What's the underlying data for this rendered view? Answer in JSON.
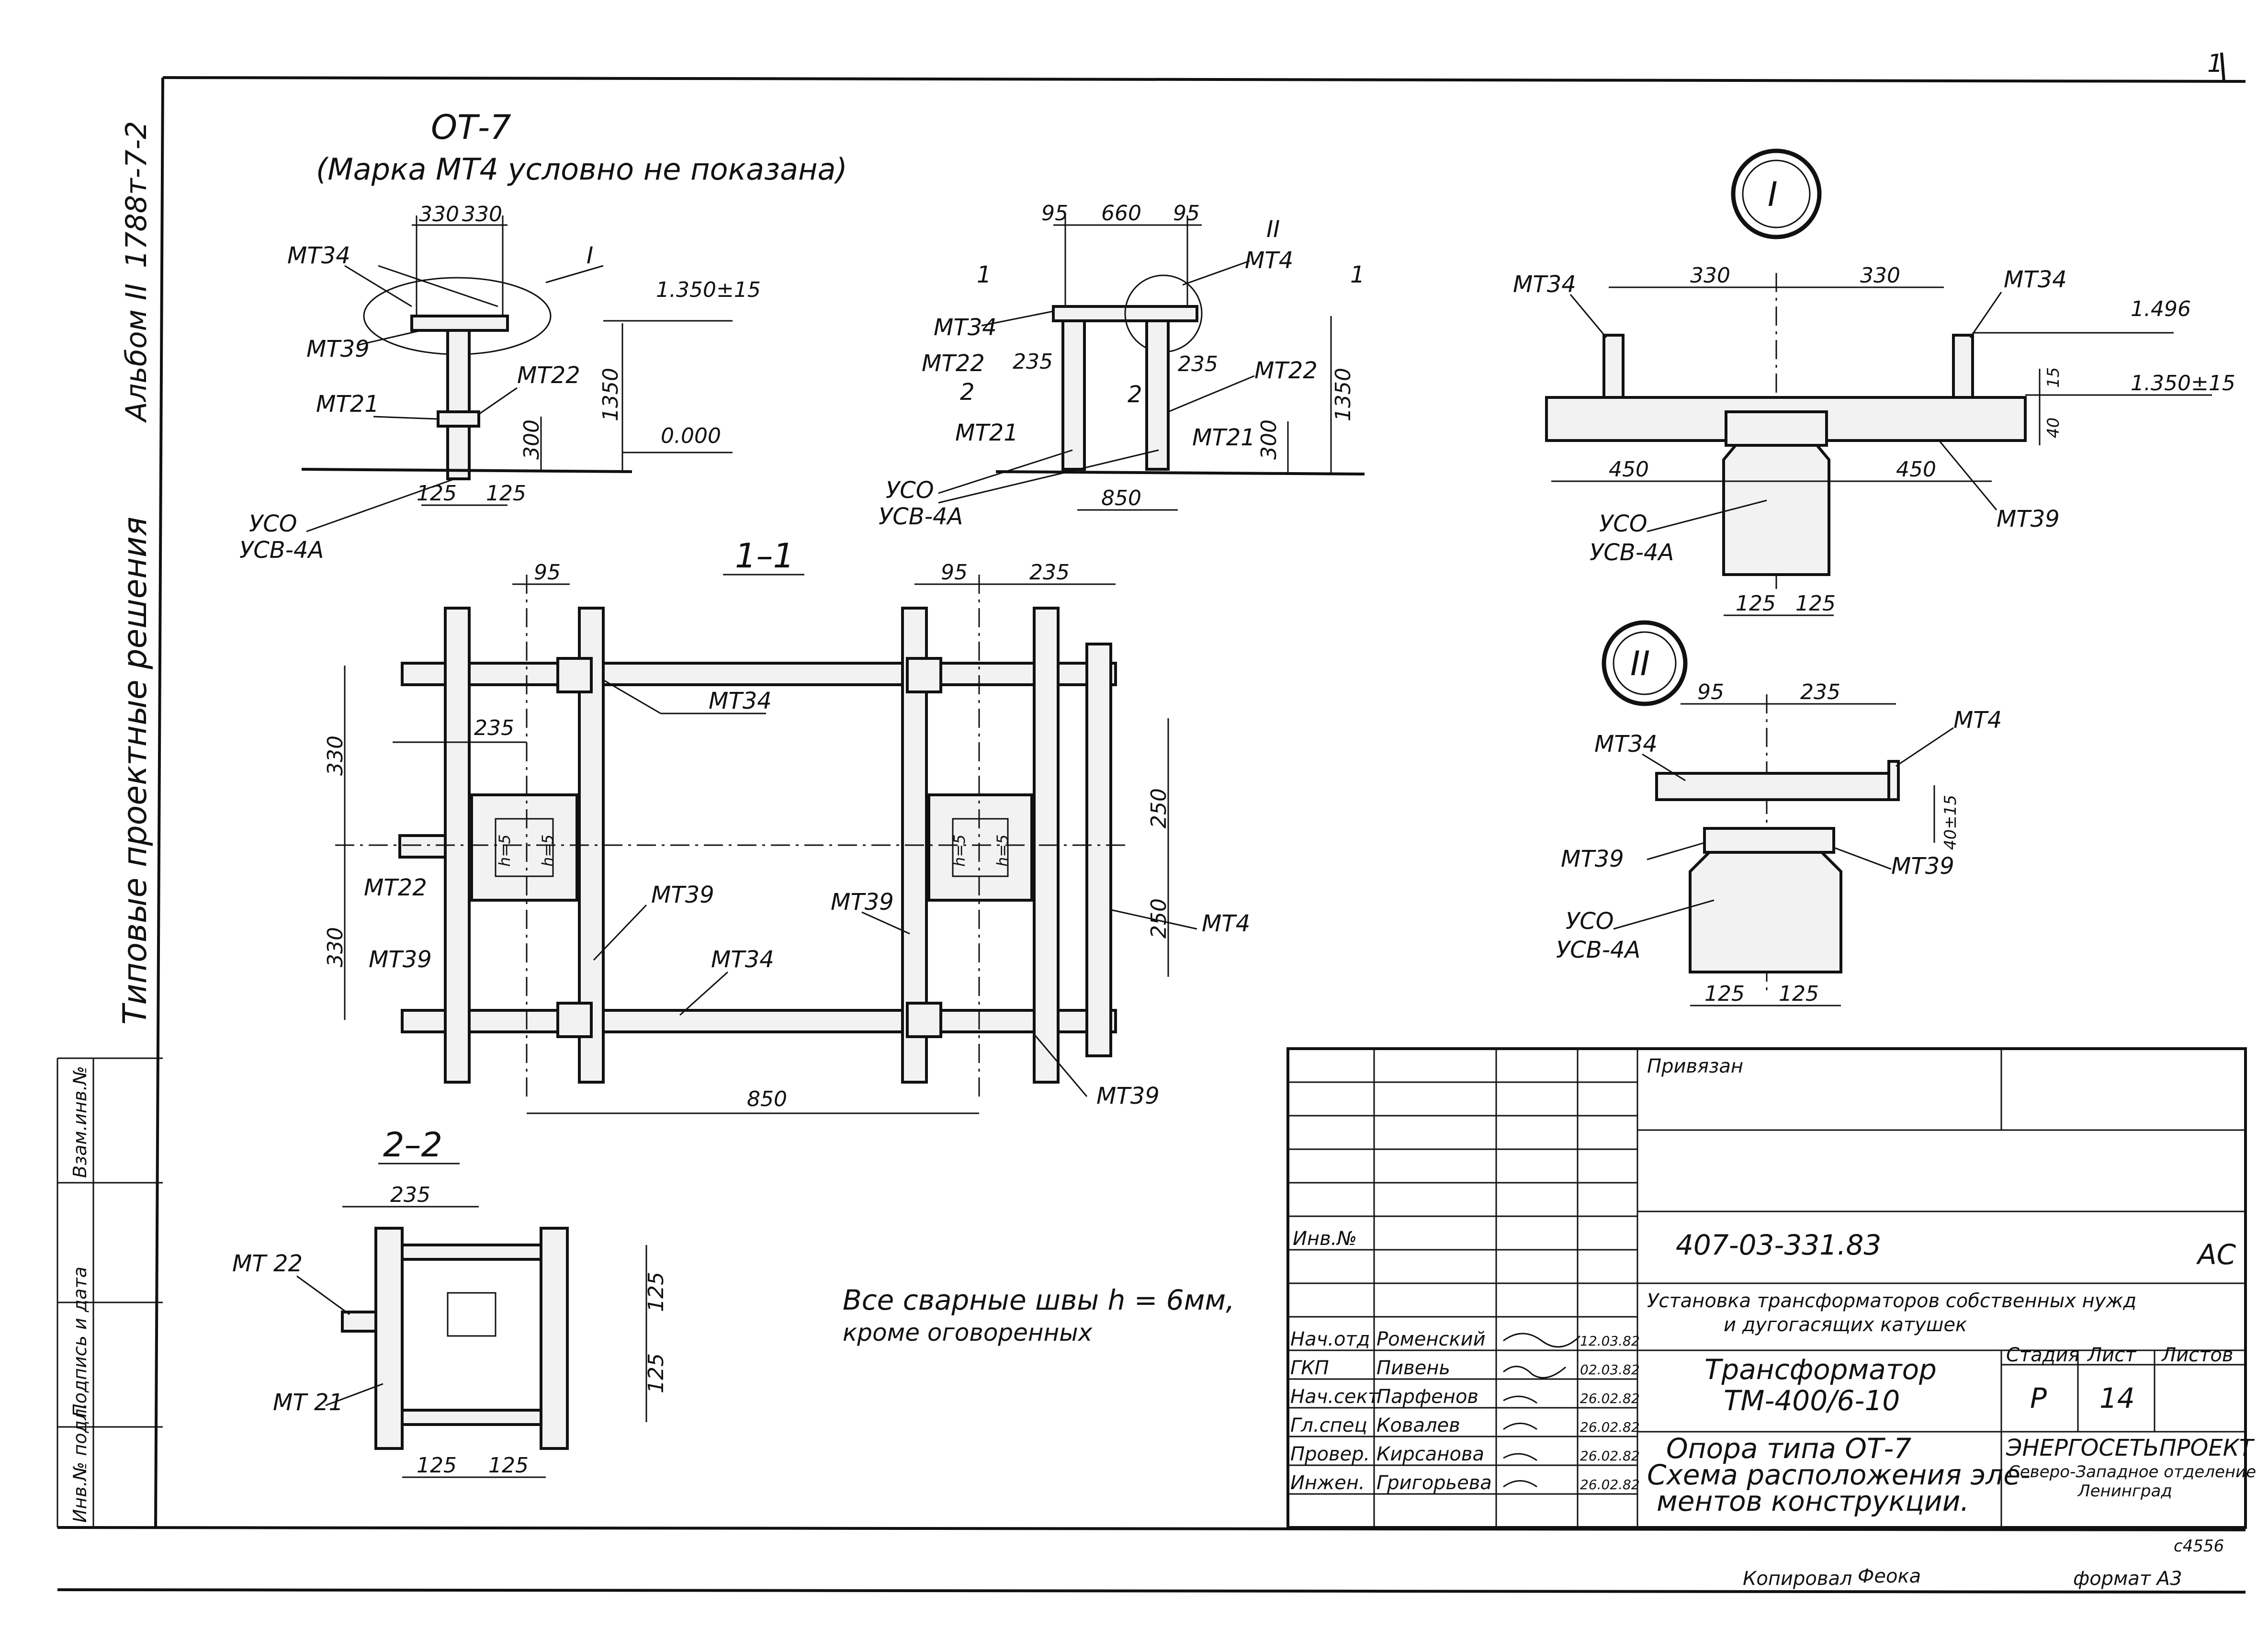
{
  "side_stamp": {
    "album_code": "1788т-7-2",
    "album": "Альбом II",
    "series": "Типовые проектные решения",
    "cells": [
      "Взам.инв.№",
      "Подпись и дата",
      "Инв.№ подл."
    ]
  },
  "view_ot7": {
    "title": "ОТ-7",
    "note": "(Марка МТ4 условно не показана)",
    "dims": [
      "330",
      "330",
      "1.350±15",
      "1350",
      "300",
      "0.000",
      "125",
      "125"
    ],
    "marks": [
      "МТ34",
      "МТ39",
      "МТ21",
      "МТ22",
      "УСО",
      "УСВ-4А",
      "I"
    ]
  },
  "view_front": {
    "dims": [
      "95",
      "660",
      "95",
      "235",
      "235",
      "1350",
      "300",
      "850"
    ],
    "marks": [
      "МТ34",
      "МТ22",
      "МТ21",
      "МТ4",
      "МТ22",
      "МТ21",
      "УСО",
      "УСВ-4А",
      "II"
    ],
    "section_marks": [
      "1",
      "1",
      "2",
      "2"
    ]
  },
  "section_1_1": {
    "title": "1–1",
    "dims": [
      "95",
      "95",
      "235",
      "235",
      "330",
      "330",
      "250",
      "250",
      "850"
    ],
    "weld_labels": [
      "h=5",
      "h=5",
      "h=5",
      "h=5"
    ],
    "marks": [
      "МТ34",
      "МТ22",
      "МТ39",
      "МТ39",
      "МТ39",
      "МТ34",
      "МТ4",
      "МТ39"
    ]
  },
  "section_2_2": {
    "title": "2–2",
    "dims": [
      "235",
      "125",
      "125",
      "125",
      "125"
    ],
    "marks": [
      "МТ 22",
      "МТ 21"
    ]
  },
  "note": {
    "line1": "Все сварные швы h = 6мм,",
    "line2": "кроме оговоренных"
  },
  "detail_I": {
    "label": "I",
    "dims": [
      "330",
      "330",
      "1.496",
      "1.350±15",
      "15",
      "40",
      "450",
      "450",
      "125",
      "125"
    ],
    "marks": [
      "МТ34",
      "МТ34",
      "МТ39",
      "УСО",
      "УСВ-4А"
    ]
  },
  "detail_II": {
    "label": "II",
    "dims": [
      "95",
      "235",
      "40±15",
      "125",
      "125"
    ],
    "marks": [
      "МТ34",
      "МТ4",
      "МТ39",
      "МТ39",
      "УСО",
      "УСВ-4А"
    ]
  },
  "title_block": {
    "privyazan": "Привязан",
    "inv": "Инв.№",
    "code": "407-03-331.83",
    "stage_code": "АС",
    "project_line1": "Установка трансформаторов собственных нужд",
    "project_line2": "и дугогасящих катушек",
    "roles": [
      {
        "role": "Нач.отд",
        "name": "Роменский",
        "date": "12.03.82"
      },
      {
        "role": "ГКП",
        "name": "Пивень",
        "date": "02.03.82"
      },
      {
        "role": "Нач.сект",
        "name": "Парфенов",
        "date": "26.02.82"
      },
      {
        "role": "Гл.спец",
        "name": "Ковалев",
        "date": "26.02.82"
      },
      {
        "role": "Провер.",
        "name": "Кирсанова",
        "date": "26.02.82"
      },
      {
        "role": "Инжен.",
        "name": "Григорьева",
        "date": "26.02.82"
      }
    ],
    "product_line1": "Трансформатор",
    "product_line2": "ТМ-400/6-10",
    "stage_header": "Стадия",
    "sheet_header": "Лист",
    "sheets_header": "Листов",
    "stage": "Р",
    "sheet": "14",
    "drawing_line1": "Опора типа ОТ-7",
    "drawing_line2": "Схема расположения эле-",
    "drawing_line3": "ментов конструкции.",
    "org_line1": "ЭНЕРГОСЕТЬПРОЕКТ",
    "org_line2": "Северо-Западное отделение",
    "org_line3": "Ленинград",
    "sheet_code": "с4556",
    "copied_label": "Копировал",
    "copied_by": "Феока",
    "format_label": "формат А3"
  },
  "corner_mark": "1"
}
